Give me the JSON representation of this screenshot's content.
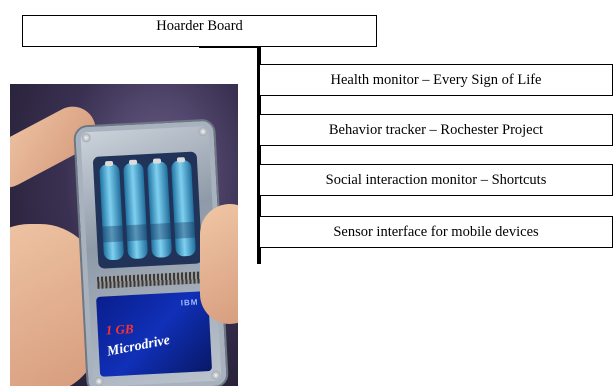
{
  "diagram": {
    "root": {
      "label": "Hoarder Board"
    },
    "children": [
      {
        "label": "Health monitor – Every Sign of Life"
      },
      {
        "label": "Behavior tracker – Rochester Project"
      },
      {
        "label": "Social interaction monitor – Shortcuts"
      },
      {
        "label": "Sensor interface for mobile devices"
      }
    ]
  },
  "photo": {
    "card_capacity": "1 GB",
    "card_product": "Microdrive",
    "card_brand": "IBM"
  }
}
